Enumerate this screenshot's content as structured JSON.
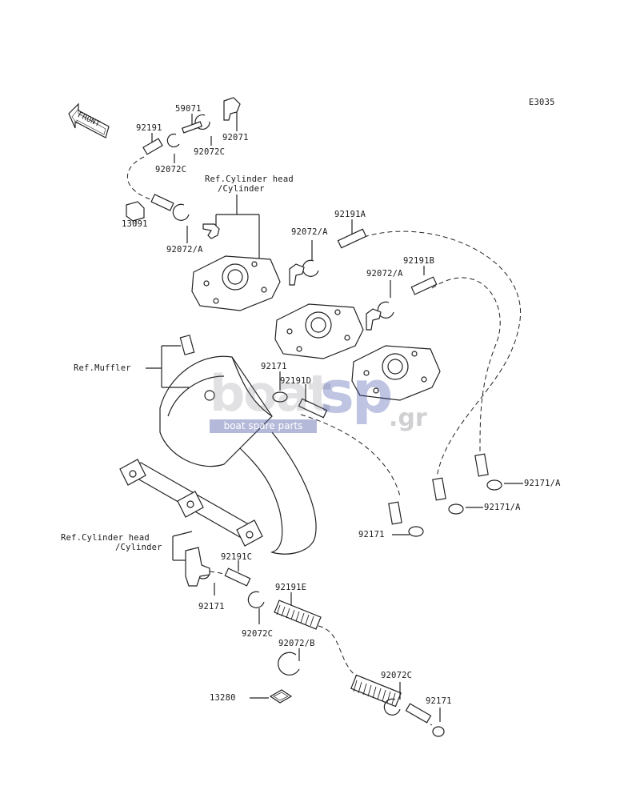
{
  "diagram_code": "E3035",
  "front_label": "FRONT",
  "watermark": {
    "brand_left": "boat",
    "brand_right": "sp",
    "domain": ".gr",
    "tagline": "boat spare parts"
  },
  "labels": {
    "p59071": "59071",
    "p92191_top": "92191",
    "p92071": "92071",
    "p92072C_a": "92072C",
    "p92072C_b": "92072C",
    "p13091": "13091",
    "p92072A_a": "92072/A",
    "ref_head_1": "Ref.Cylinder head",
    "ref_head_1b": "/Cylinder",
    "p92191A": "92191A",
    "p92072A_b": "92072/A",
    "p92191B": "92191B",
    "p92072A_c": "92072/A",
    "ref_muffler": "Ref.Muffler",
    "p92171_a": "92171",
    "p92191D": "92191D",
    "p92171A_a": "92171/A",
    "p92171A_b": "92171/A",
    "p92171_b": "92171",
    "ref_head_2": "Ref.Cylinder head",
    "ref_head_2b": "/Cylinder",
    "p92191C": "92191C",
    "p92171_c": "92171",
    "p92191E": "92191E",
    "p92072C_c": "92072C",
    "p92072B": "92072/B",
    "p13280": "13280",
    "p92072C_d": "92072C",
    "p92171_d": "92171"
  }
}
